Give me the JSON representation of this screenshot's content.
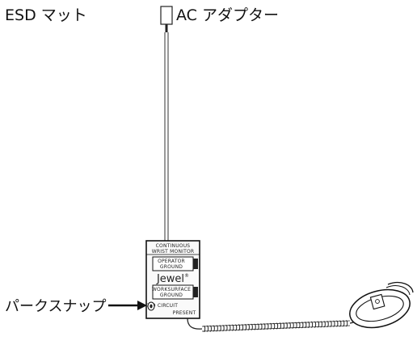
{
  "labels": {
    "esd_mat": "ESD マット",
    "ac_adapter": "AC アダプター",
    "snap": "パークスナップ"
  },
  "monitor": {
    "title_line1": "CONTINUOUS",
    "title_line2": "WRIST MONITOR",
    "operator_line1": "OPERATOR",
    "operator_line2": "GROUND",
    "brand": "Jewel",
    "worksurface_line1": "WORKSURFACE",
    "worksurface_line2": "GROUND",
    "bottom_line1": "ESD CIRCUIT",
    "bottom_line2": "PRESENT"
  }
}
